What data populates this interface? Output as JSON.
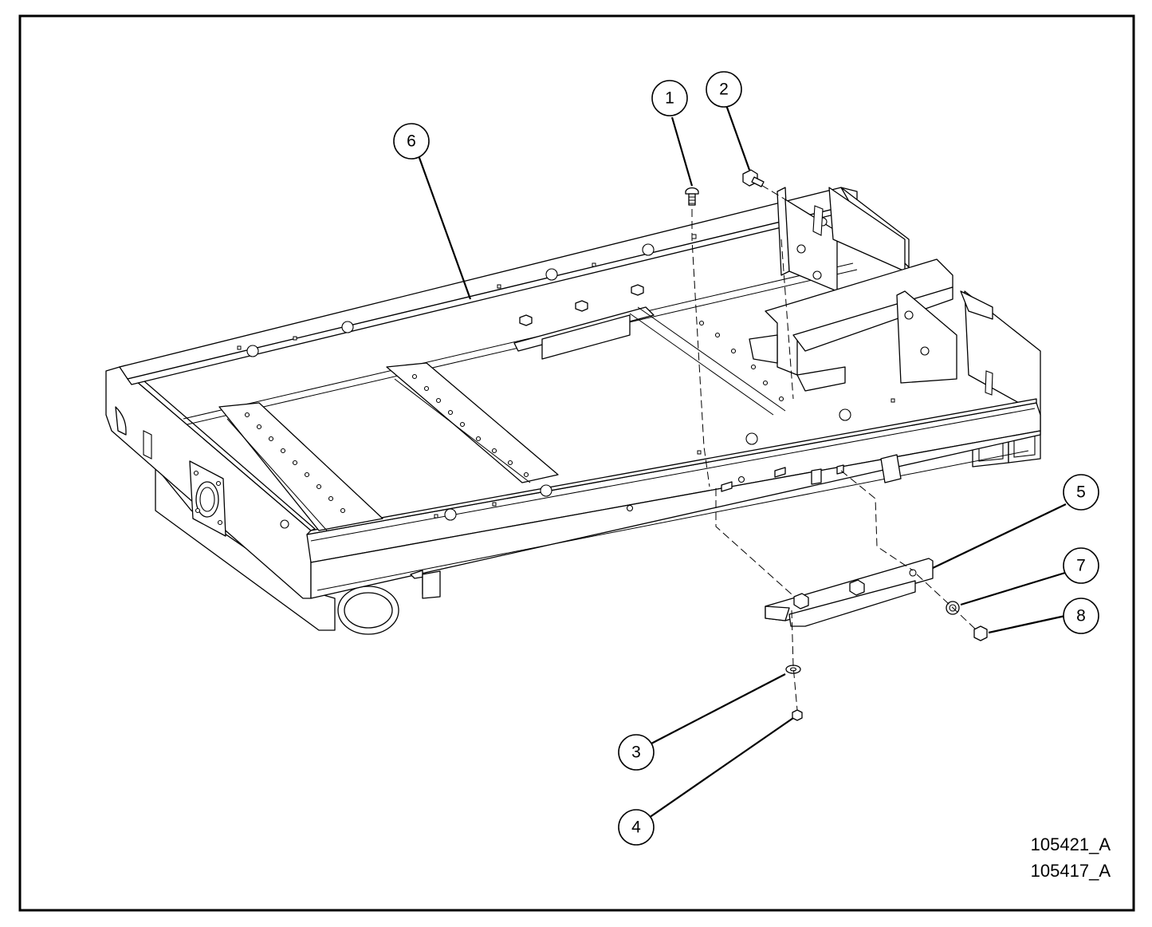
{
  "balloons": [
    {
      "label": "1"
    },
    {
      "label": "2"
    },
    {
      "label": "3"
    },
    {
      "label": "4"
    },
    {
      "label": "5"
    },
    {
      "label": "6"
    },
    {
      "label": "7"
    },
    {
      "label": "8"
    }
  ],
  "drawing_codes": [
    "105421_A",
    "105417_A"
  ]
}
